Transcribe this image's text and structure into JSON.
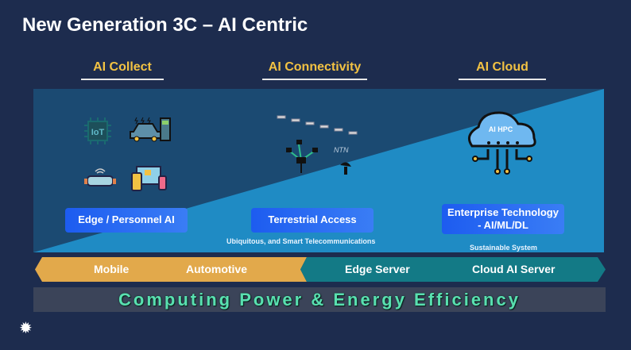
{
  "title": "New Generation 3C – AI Centric",
  "columns": [
    {
      "label": "AI Collect"
    },
    {
      "label": "AI Connectivity"
    },
    {
      "label": "AI Cloud"
    }
  ],
  "cards": {
    "edge": "Edge / Personnel AI",
    "terrestrial": "Terrestrial Access",
    "terrestrial_sub": "Ubiquitous, and Smart Telecommunications",
    "enterprise_l1": "Enterprise Technology",
    "enterprise_l2": "- AI/ML/DL",
    "enterprise_sub": "Sustainable System"
  },
  "icons": {
    "iot_label": "IoT",
    "ntn_label": "NTN",
    "cloud_label": "AI HPC"
  },
  "arrows": [
    "Mobile",
    "Automotive",
    "Edge Server",
    "Cloud AI Server"
  ],
  "footer": "Computing Power & Energy Efficiency",
  "colors": {
    "background": "#1d2c4e",
    "heading": "#f2c243",
    "orange": "#e2a94b",
    "teal": "#137a86",
    "green_text": "#59e0b0"
  }
}
